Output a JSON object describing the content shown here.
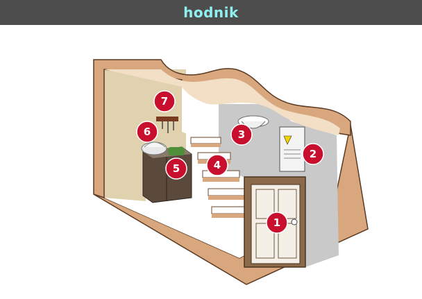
{
  "title": "hodnik",
  "colors": {
    "header_bg": "#4d4d4d",
    "header_text": "#8ff0f0",
    "wall_outline": "#d9a77e",
    "wall_cut": "#f7d6b4",
    "marker_fill": "#c8102e"
  },
  "markers": [
    {
      "number": "1",
      "item": "door"
    },
    {
      "number": "2",
      "item": "electrical-panel"
    },
    {
      "number": "3",
      "item": "ceiling-light"
    },
    {
      "number": "4",
      "item": "stairs"
    },
    {
      "number": "5",
      "item": "shoe-cabinet"
    },
    {
      "number": "6",
      "item": "laundry-basket"
    },
    {
      "number": "7",
      "item": "key-rack"
    }
  ]
}
